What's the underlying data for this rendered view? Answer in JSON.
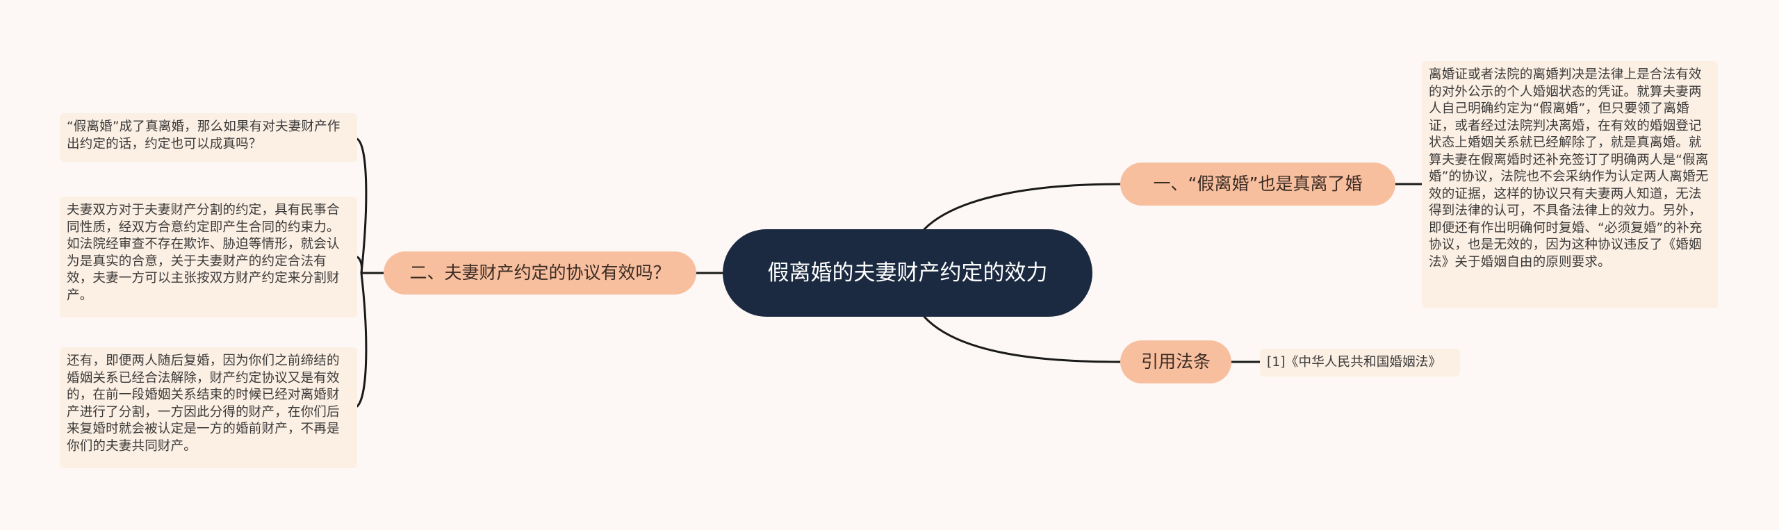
{
  "center": {
    "title": "假离婚的夫妻财产约定的效力"
  },
  "branches": {
    "b1": {
      "label": "一、“假离婚”也是真离了婚"
    },
    "b2": {
      "label": "二、夫妻财产约定的协议有效吗？"
    },
    "b3": {
      "label": "引用法条"
    }
  },
  "leaves": {
    "b1_text": "离婚证或者法院的离婚判决是法律上是合法有效的对外公示的个人婚姻状态的凭证。就算夫妻两人自己明确约定为“假离婚”，但只要领了离婚证，或者经过法院判决离婚，在有效的婚姻登记状态上婚姻关系就已经解除了，就是真离婚。就算夫妻在假离婚时还补充签订了明确两人是“假离婚”的协议，法院也不会采纳作为认定两人离婚无效的证据，这样的协议只有夫妻两人知道，无法得到法律的认可，不具备法律上的效力。另外，即便还有作出明确何时复婚、“必须复婚”的补充协议，也是无效的，因为这种协议违反了《婚姻法》关于婚姻自由的原则要求。",
    "b2_text1": "“假离婚”成了真离婚，那么如果有对夫妻财产作出约定的话，约定也可以成真吗？",
    "b2_text2": "夫妻双方对于夫妻财产分割的约定，具有民事合同性质，经双方合意约定即产生合同的约束力。如法院经审查不存在欺诈、胁迫等情形，就会认为是真实的合意，关于夫妻财产的约定合法有效，夫妻一方可以主张按双方财产约定来分割财产。",
    "b2_text3": "还有，即便两人随后复婚，因为你们之前缔结的婚姻关系已经合法解除，财产约定协议又是有效的，在前一段婚姻关系结束的时候已经对离婚财产进行了分割，一方因此分得的财产，在你们后来复婚时就会被认定是一方的婚前财产，不再是你们的夫妻共同财产。",
    "b3_text": "[1]《中华人民共和国婚姻法》"
  },
  "colors": {
    "center_bg": "#1b2a40",
    "branch_bg": "#f8bf9f",
    "leaf_bg": "#fcefe3",
    "line": "#1a1a1a",
    "background": "#fdf8f5"
  }
}
